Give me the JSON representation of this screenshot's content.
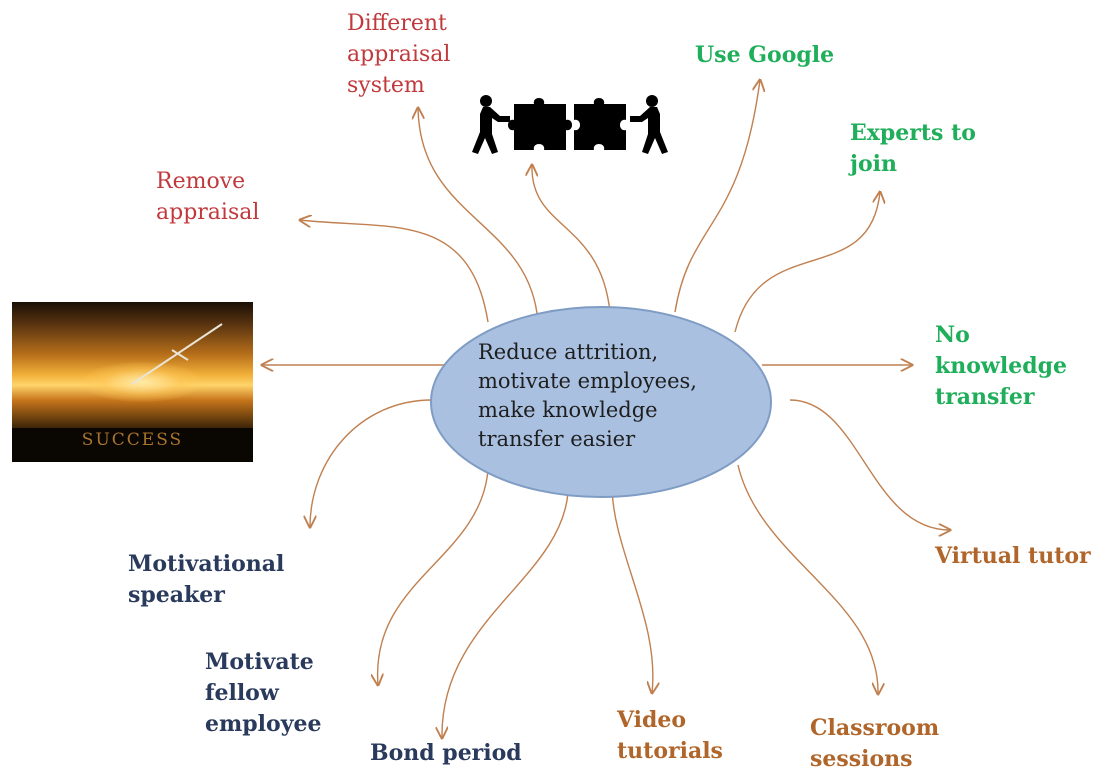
{
  "center": {
    "text": "Reduce attrition,\nmotivate employees,\nmake knowledge\ntransfer easier"
  },
  "image": {
    "caption": "SUCCESS",
    "icon": "success-poster-glider-icon"
  },
  "puzzle_icon": "team-puzzle-icon",
  "colors": {
    "red": "#c0393d",
    "green": "#1fae5a",
    "navy": "#2a3a5c",
    "brown": "#b0662a",
    "ellipse_fill": "#a9c0e0",
    "ellipse_stroke": "#7f9cc4",
    "arrow": "#c08050"
  },
  "labels": {
    "different_appraisal": "Different\nappraisal\nsystem",
    "remove_appraisal": "Remove\nappraisal",
    "use_google": "Use Google",
    "experts_join": "Experts to\njoin",
    "no_knowledge_transfer": "No\nknowledge\ntransfer",
    "virtual_tutor": "Virtual tutor",
    "classroom_sessions": "Classroom\nsessions",
    "video_tutorials": "Video\ntutorials",
    "bond_period": "Bond period",
    "motivate_fellow": "Motivate\nfellow\nemployee",
    "motivational_speaker": "Motivational\nspeaker"
  }
}
